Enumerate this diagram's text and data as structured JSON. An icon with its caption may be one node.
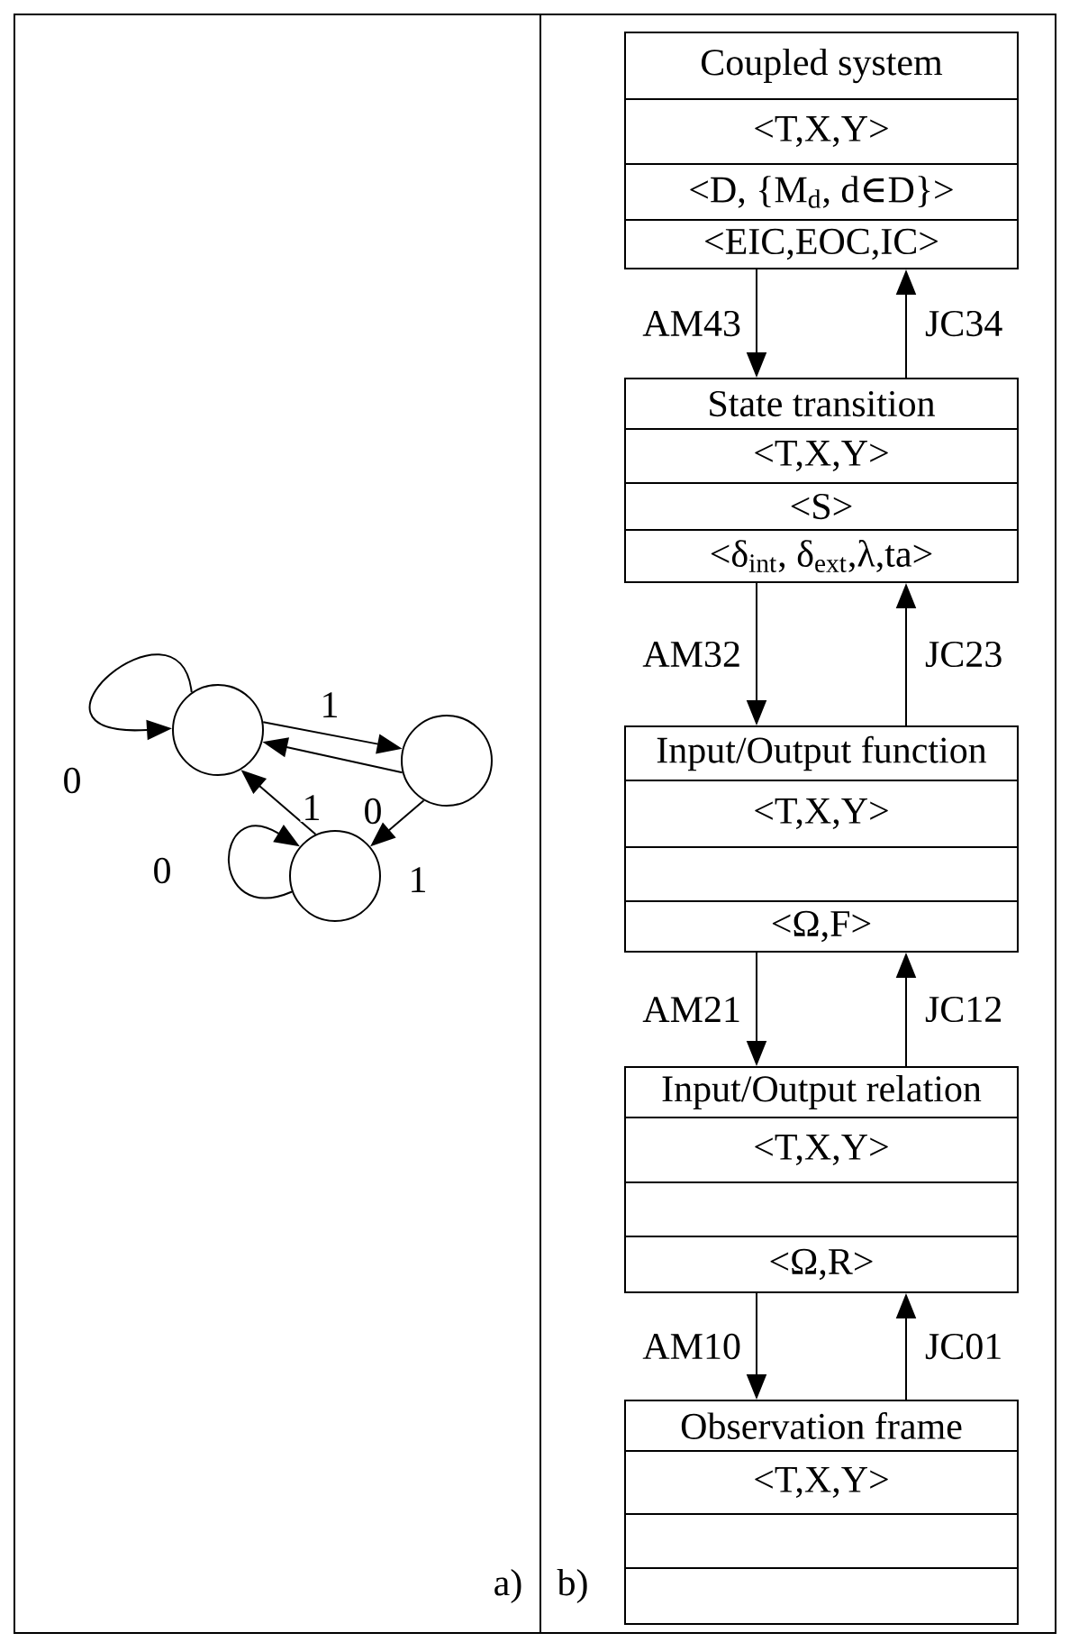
{
  "diagram": {
    "nodes": [
      {
        "text": [],
        "shape": "circle"
      },
      {
        "text": [],
        "shape": "circle"
      },
      {
        "text": [],
        "shape": "circle"
      },
      {
        "text": [],
        "shape": "box"
      },
      {
        "text": [
          "Coupled system"
        ],
        "in": 3
      },
      {
        "text": [
          "<T,X,Y>"
        ],
        "in": 3
      },
      {
        "text": [
          "<D, {M$_{d}$, d∈D}>"
        ],
        "in": 3
      },
      {
        "text": [
          "<EIC,EOC,IC>"
        ],
        "in": 3
      },
      {
        "text": [],
        "shape": "box"
      },
      {
        "text": [
          "State transition"
        ],
        "in": 8
      },
      {
        "text": [
          "<T,X,Y>"
        ],
        "in": 8
      },
      {
        "text": [
          "<S>"
        ],
        "in": 8
      },
      {
        "text": [
          "<δ$_{int}$, δ$_{ext}$,λ,ta>"
        ],
        "in": 8
      },
      {
        "text": [],
        "shape": "box"
      },
      {
        "text": [
          "Input/Output function"
        ],
        "in": 13
      },
      {
        "text": [
          "<T,X,Y>"
        ],
        "in": 13
      },
      {
        "text": [],
        "shape": "box",
        "in": 13
      },
      {
        "text": [
          "<Ω,F>"
        ],
        "in": 13
      },
      {
        "text": [],
        "shape": "box"
      },
      {
        "text": [
          "Input/Output relation"
        ],
        "in": 18
      },
      {
        "text": [
          "<T,X,Y>"
        ],
        "in": 18
      },
      {
        "text": [],
        "shape": "box",
        "in": 18
      },
      {
        "text": [
          "<Ω,R>"
        ],
        "in": 18
      },
      {
        "text": [],
        "shape": "box"
      },
      {
        "text": [
          "Observation frame"
        ],
        "in": 23
      },
      {
        "text": [
          "<T,X,Y>"
        ],
        "in": 23
      },
      {
        "text": [],
        "shape": "box",
        "in": 23
      },
      {
        "text": [],
        "shape": "box",
        "in": 23
      }
    ],
    "edges": [
      {
        "from": 0,
        "to": 0,
        "arrow": "to",
        "label": "0"
      },
      {
        "from": 0,
        "to": 1,
        "arrow": "to",
        "label": "1"
      },
      {
        "from": 1,
        "to": 0,
        "arrow": "to",
        "label": "0"
      },
      {
        "from": 1,
        "to": 2,
        "arrow": "to",
        "label": "1"
      },
      {
        "from": 2,
        "to": 0,
        "arrow": "to",
        "label": "1"
      },
      {
        "from": 2,
        "to": 2,
        "arrow": "to",
        "label": "0"
      },
      {
        "from": 3,
        "to": 8,
        "arrow": "to",
        "label": "AM43"
      },
      {
        "from": 8,
        "to": 3,
        "arrow": "to",
        "label": "JC34"
      },
      {
        "from": 8,
        "to": 13,
        "arrow": "to",
        "label": "AM32"
      },
      {
        "from": 13,
        "to": 8,
        "arrow": "to",
        "label": "JC23"
      },
      {
        "from": 13,
        "to": 18,
        "arrow": "to",
        "label": "AM21"
      },
      {
        "from": 18,
        "to": 13,
        "arrow": "to",
        "label": "JC12"
      },
      {
        "from": 18,
        "to": 23,
        "arrow": "to",
        "label": "AM10"
      },
      {
        "from": 23,
        "to": 18,
        "arrow": "to",
        "label": "JC01"
      }
    ],
    "labels": [
      "a)",
      "b)"
    ]
  }
}
